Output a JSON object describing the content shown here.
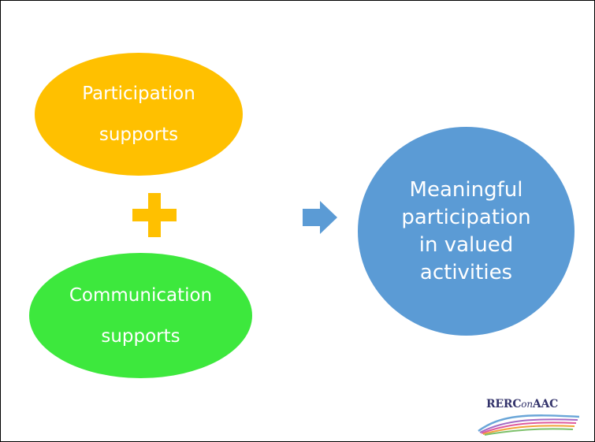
{
  "colors": {
    "participation": "#ffc000",
    "communication": "#3de83d",
    "outcome": "#5b9bd5",
    "plus": "#ffc000",
    "arrow": "#5b9bd5"
  },
  "diagram": {
    "participation": {
      "line1": "Participation",
      "line2": "supports"
    },
    "communication": {
      "line1": "Communication",
      "line2": "supports"
    },
    "outcome": {
      "lines": [
        "Meaningful",
        "participation",
        "in valued",
        "activities"
      ]
    },
    "plus_icon": "plus-icon",
    "arrow_icon": "right-arrow-icon"
  },
  "logo": {
    "prefix": "RERC",
    "middle": "on",
    "suffix": "AAC"
  }
}
